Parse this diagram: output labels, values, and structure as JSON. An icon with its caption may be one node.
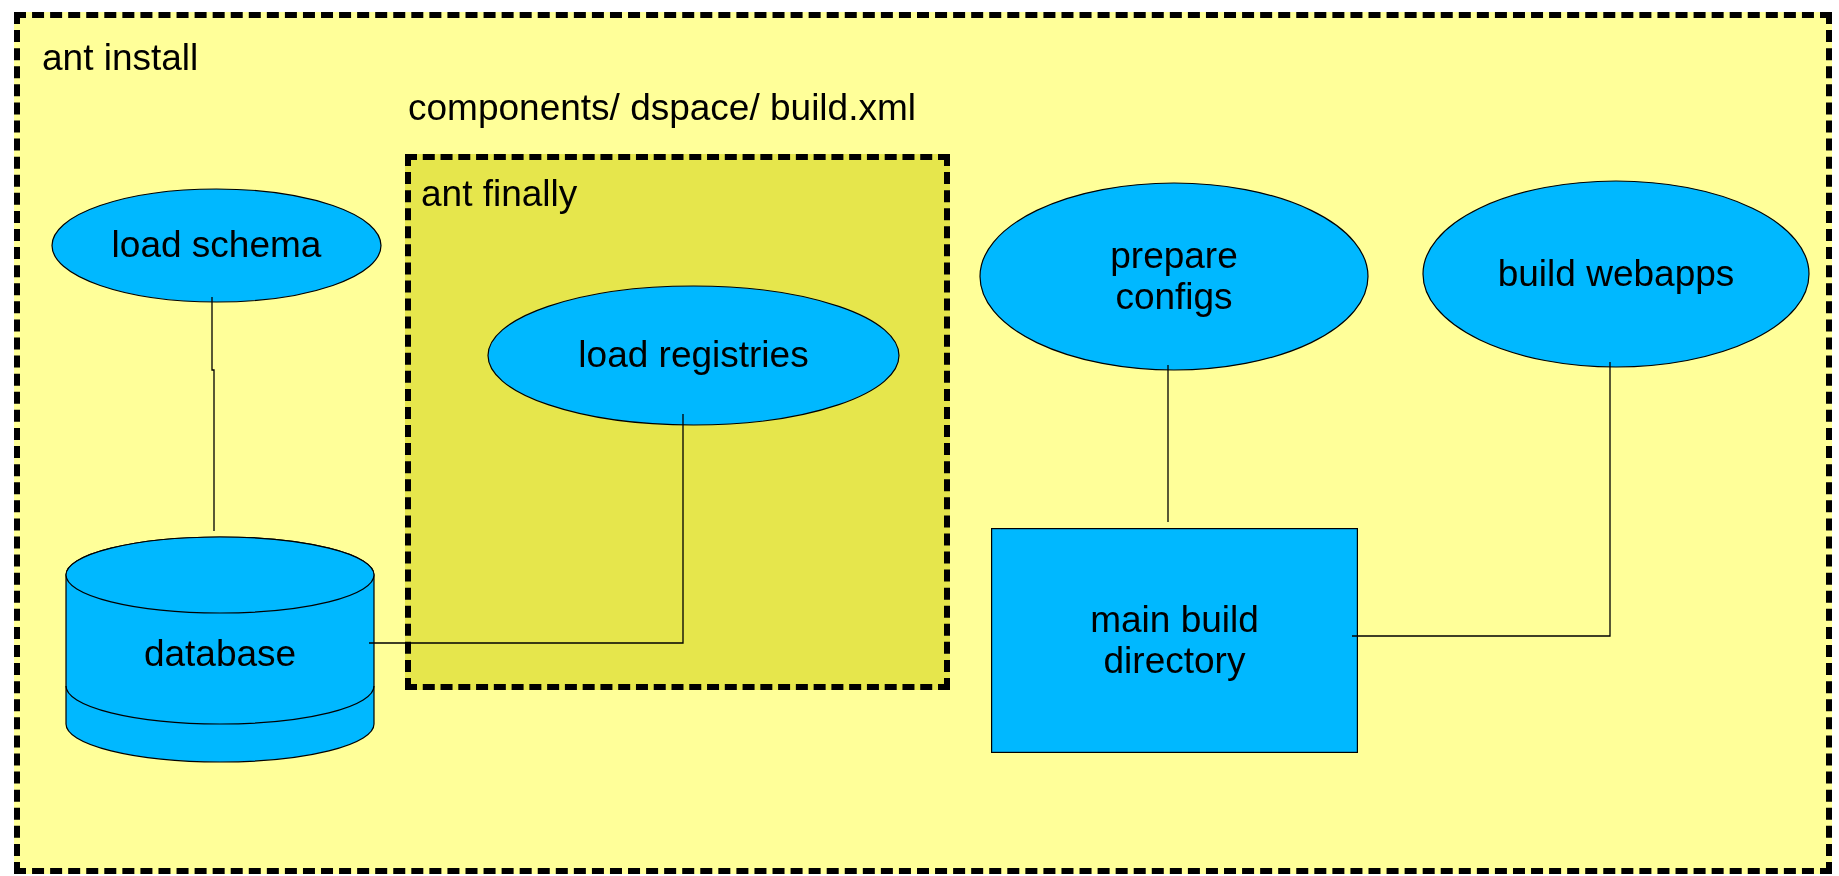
{
  "diagram": {
    "nodes": [
      {
        "text": [
          "ant install"
        ]
      },
      {
        "text": [
          "components/ dspace/ build.xml",
          "ant finally"
        ],
        "in": 0
      },
      {
        "text": [
          "load schema"
        ],
        "in": 0
      },
      {
        "text": [
          "load registries"
        ],
        "in": 1
      },
      {
        "text": [
          "prepare configs"
        ],
        "in": 0
      },
      {
        "text": [
          "build webapps"
        ],
        "in": 0
      },
      {
        "text": [
          "database"
        ],
        "in": 0
      },
      {
        "text": [
          "main build directory"
        ],
        "in": 0
      }
    ],
    "edges": [
      {
        "from": 2,
        "to": 6,
        "arrow": "none"
      },
      {
        "from": 3,
        "to": 6,
        "arrow": "none"
      },
      {
        "from": 4,
        "to": 7,
        "arrow": "none"
      },
      {
        "from": 5,
        "to": 7,
        "arrow": "none"
      }
    ]
  }
}
